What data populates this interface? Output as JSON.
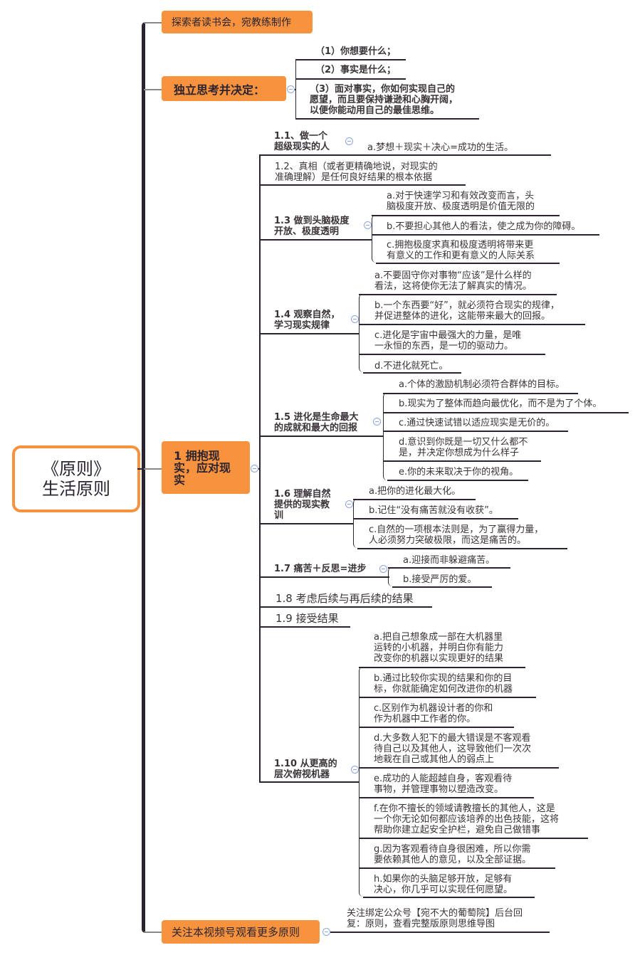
{
  "root": {
    "line1": "《原则》",
    "line2": "生活原则"
  },
  "top_node": "探索者读书会，宛教练制作",
  "think": {
    "label": "独立思考并决定：",
    "items": [
      "（1）你想要什么；",
      "（2）事实是什么；",
      "（3）面对事实，你如何实现自己的\n愿望，而且要保持谦逊和心胸开阔，\n以便你能动用自己的最佳思维。"
    ]
  },
  "main": {
    "label": "1 拥抱现\n实，应对现\n实",
    "sections": [
      {
        "label": "1.1、做一个\n超级现实的人",
        "items": [
          "a.梦想＋现实＋决心=成功的生活。"
        ]
      },
      {
        "label": "1.2、真相（或者更精确地说，对现实的\n准确理解）是任何良好结果的根本依据",
        "items": []
      },
      {
        "label": "1.3 做到头脑极度\n开放、极度透明",
        "items": [
          "a.对于快速学习和有效改变而言，头\n脑极度开放、极度透明是价值无限的",
          "b.不要担心其他人的看法，使之成为你的障碍。",
          "c.拥抱极度求真和极度透明将带来更\n有意义的工作和更有意义的人际关系"
        ]
      },
      {
        "label": "1.4 观察自然，\n学习现实规律",
        "items": [
          "a.不要固守你对事物“应该”是什么样的\n看法，这将使你无法了解真实的情况。",
          "b.一个东西要“好”，就必须符合现实的规律，\n并促进整体的进化，这能带来最大的回报。",
          "c.进化是宇宙中最强大的力量，是唯\n一永恒的东西，是一切的驱动力。",
          "d.不进化就死亡。"
        ]
      },
      {
        "label": "1.5 进化是生命最大\n的成就和最大的回报",
        "items": [
          "a.个体的激励机制必须符合群体的目标。",
          "b.现实为了整体而趋向最优化，而不是为了个体。",
          "c.通过快速试错以适应现实是无价的。",
          "d.意识到你既是一切又什么都不\n是，并决定你想成为什么样子",
          "e.你的未来取决于你的视角。"
        ]
      },
      {
        "label": "1.6 理解自然\n提供的现实教\n训",
        "items": [
          "a.把你的进化最大化。",
          "b.记住“没有痛苦就没有收获”。",
          "c.自然的一项根本法则是，为了赢得力量，\n人必须努力突破极限，而这是痛苦的。"
        ]
      },
      {
        "label": "1.7 痛苦＋反思=进步",
        "items": [
          "a.迎接而非躲避痛苦。",
          "b.接受严厉的爱。"
        ]
      },
      {
        "label": "1.8 考虑后续与再后续的结果",
        "items": []
      },
      {
        "label": "1.9 接受结果",
        "items": []
      },
      {
        "label": "1.10 从更高的\n层次俯视机器",
        "items": [
          "a.把自己想象成一部在大机器里\n运转的小机器，并明白你有能力\n改变你的机器以实现更好的结果",
          "b.通过比较你实现的结果和你的目\n标，你就能确定如何改进你的机器",
          "c.区别作为机器设计者的你和\n作为机器中工作者的你。",
          "d.大多数人犯下的最大错误是不客观看\n待自己以及其他人，这导致他们一次次\n地栽在自己或其他人的弱点上",
          "e.成功的人能超越自身，客观看待\n事物，并管理事物以塑造改变。",
          "f.在你不擅长的领域请教擅长的其他人，这是\n一个你无论如何都应该培养的出色技能，这将\n帮助你建立起安全护栏，避免自己做错事",
          "g.因为客观看待自身很困难，所以你需\n要依赖其他人的意见，以及全部证据。",
          "h.如果你的头脑足够开放，足够有\n决心，你几乎可以实现任何愿望。"
        ]
      }
    ]
  },
  "follow": {
    "label": "关注本视频号观看更多原则",
    "note": "关注绑定公众号【宛不大的葡萄院】后台回\n复：原则，查看完整版原则思维导图"
  },
  "colors": {
    "accent": "#f7923e",
    "line": "#2b2430",
    "collapse": "#8fa6dd"
  }
}
